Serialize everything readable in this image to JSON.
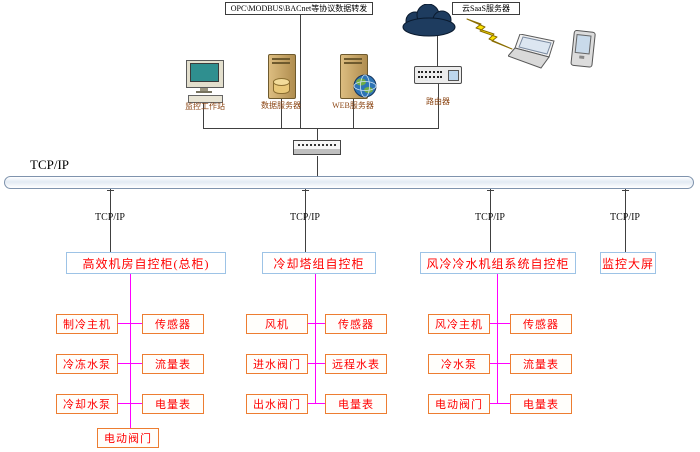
{
  "diagram": {
    "protocol_label": "OPC\\MODBUS\\BACnet等协议数据转发",
    "cloud_label": "云SaaS服务器",
    "bus_label": "TCP/IP",
    "drop_labels": [
      "TCP/IP",
      "TCP/IP",
      "TCP/IP",
      "TCP/IP"
    ],
    "devices": {
      "workstation": "监控工作站",
      "data_server": "数据服务器",
      "web_server": "WEB服务器",
      "router": "路由器"
    },
    "groups": [
      {
        "cabinet": "高效机房自控柜(总柜)",
        "left": [
          "制冷主机",
          "冷冻水泵",
          "冷却水泵"
        ],
        "right": [
          "传感器",
          "流量表",
          "电量表"
        ],
        "bottom": "电动阀门"
      },
      {
        "cabinet": "冷却塔组自控柜",
        "left": [
          "风机",
          "进水阀门",
          "出水阀门"
        ],
        "right": [
          "传感器",
          "远程水表",
          "电量表"
        ]
      },
      {
        "cabinet": "风冷冷水机组系统自控柜",
        "left": [
          "风冷主机",
          "冷水泵",
          "电动阀门"
        ],
        "right": [
          "传感器",
          "流量表",
          "电量表"
        ]
      },
      {
        "cabinet": "监控大屏"
      }
    ],
    "colors": {
      "connector_magenta": "#ff00ff",
      "item_border": "#ed7d31",
      "item_text": "#ff0000",
      "cabinet_border": "#9dc3e6",
      "device_label": "#8b4513"
    }
  }
}
